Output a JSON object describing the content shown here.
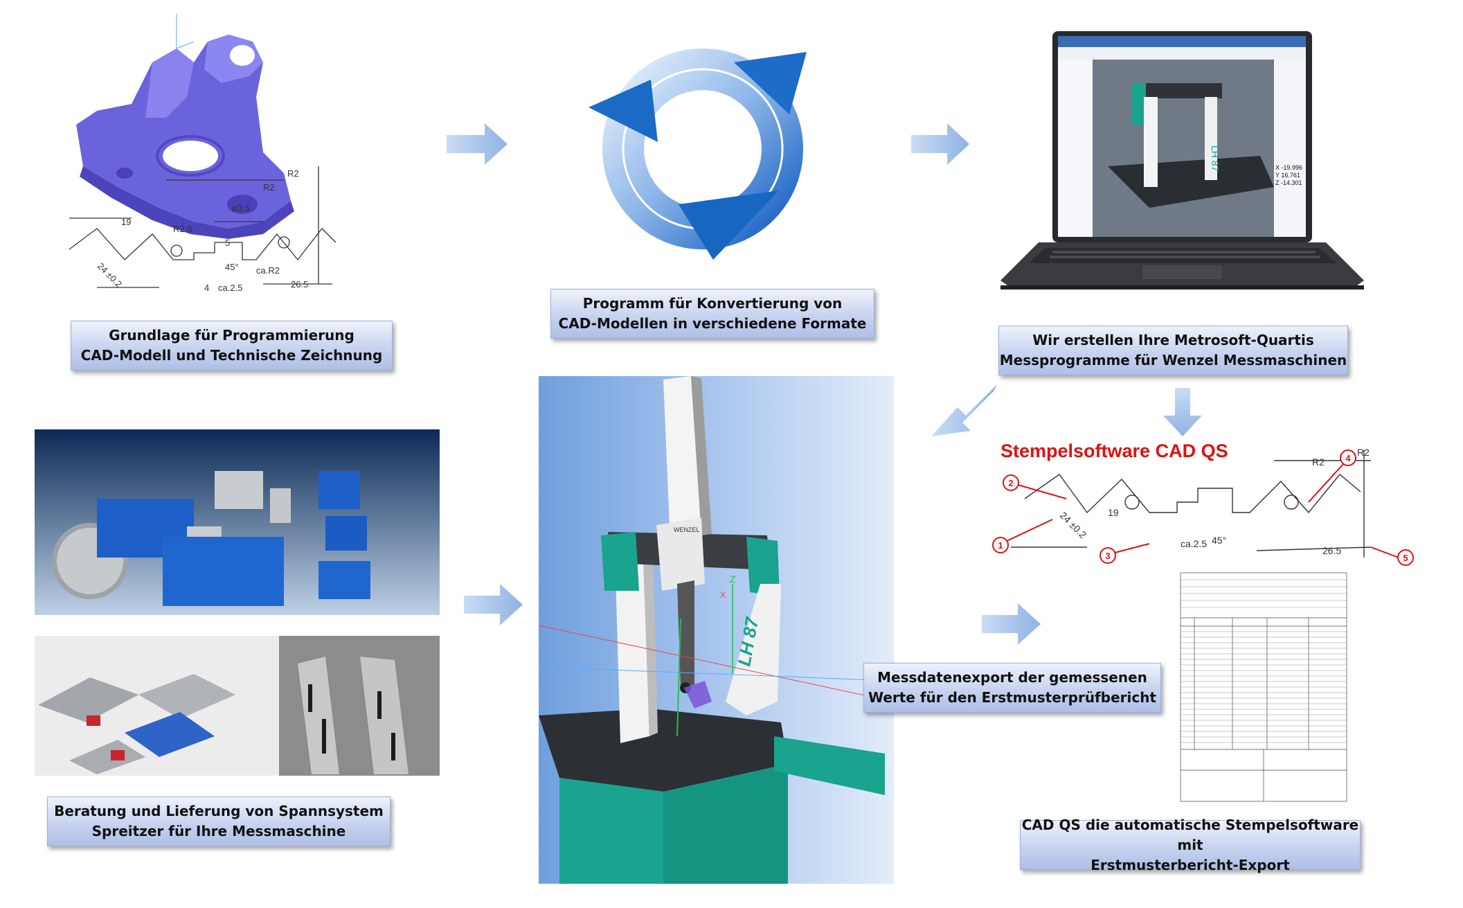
{
  "labels": {
    "cad_basis": {
      "line1": "Grundlage für Programmierung",
      "line2": "CAD-Modell und Technische Zeichnung"
    },
    "conversion": {
      "line1": "Programm für Konvertierung von",
      "line2": "CAD-Modellen in verschiedene Formate"
    },
    "metrosoft": {
      "line1": "Wir erstellen Ihre Metrosoft-Quartis",
      "line2": "Messprogramme für Wenzel Messmaschinen"
    },
    "spannsystem": {
      "line1": "Beratung und Lieferung von Spannsystem",
      "line2": "Spreitzer für Ihre Messmaschine"
    },
    "export": {
      "line1": "Messdatenexport der gemessenen",
      "line2": "Werte für den Erstmusterprüfbericht"
    },
    "cadqs": {
      "line1": "CAD QS die automatische Stempelsoftware mit",
      "line2": "Erstmusterbericht-Export"
    }
  },
  "stamp_title": "Stempelsoftware CAD QS",
  "stamp_numbers": [
    "1",
    "2",
    "3",
    "4",
    "5"
  ],
  "drawing_dims": [
    "19",
    "24 ±0.2",
    "R2",
    "R2",
    "ø3.5",
    "45°",
    "ca.2.5",
    "ca.R2",
    "26.5",
    "4",
    "5",
    "R2.6"
  ],
  "machine_text": "LH 87",
  "machine_brand": "WENZEL",
  "axis_labels": {
    "z": "Z",
    "x": "X"
  },
  "coords": [
    "X -19.996",
    "Y 16.761",
    "Z -14.301"
  ],
  "colors": {
    "arrow": "#9dbbe6",
    "teal": "#1aa38f",
    "stamp_red": "#e01010",
    "label_border": "#9fb1da",
    "cycle_blue": "#1c6cc8"
  }
}
